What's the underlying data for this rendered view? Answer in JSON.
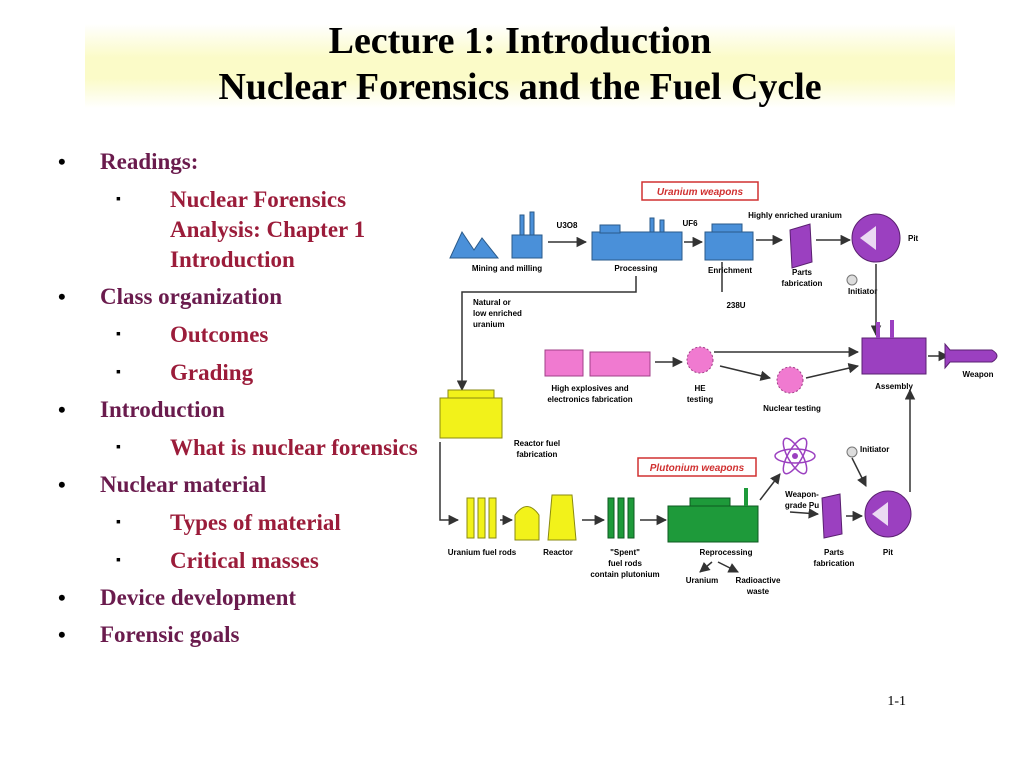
{
  "slide": {
    "title_line1": "Lecture 1:  Introduction",
    "title_line2": "Nuclear Forensics and the Fuel Cycle",
    "page_number": "1-1"
  },
  "bullets": [
    {
      "text": "Readings:",
      "sub": [
        {
          "text": "Nuclear Forensics Analysis:  Chapter 1 Introduction"
        }
      ]
    },
    {
      "text": "Class organization",
      "sub": [
        {
          "text": "Outcomes"
        },
        {
          "text": "Grading"
        }
      ]
    },
    {
      "text": "Introduction",
      "sub": [
        {
          "text": "What is nuclear forensics"
        }
      ]
    },
    {
      "text": "Nuclear material",
      "sub": [
        {
          "text": "Types of material"
        },
        {
          "text": "Critical masses"
        }
      ]
    },
    {
      "text": "Device development",
      "sub": []
    },
    {
      "text": "Forensic goals",
      "sub": []
    }
  ],
  "diagram": {
    "uranium_weapons": "Uranium weapons",
    "plutonium_weapons": "Plutonium weapons",
    "mining": "Mining and  milling",
    "u3o8": "U3O8",
    "processing": "Processing",
    "uf6": "UF6",
    "enrichment": "Enrichment",
    "heu": "Highly enriched uranium",
    "parts_fab_1": "Parts",
    "parts_fab_2": "fabrication",
    "pit": "Pit",
    "initiator": "Initiator",
    "u238": "238U",
    "natural_1": "Natural or",
    "natural_2": "low enriched",
    "natural_3": "uranium",
    "he_fab_1": "High explosives and",
    "he_fab_2": "electronics fabrication",
    "he_test_1": "HE",
    "he_test_2": "testing",
    "nuclear_testing": "Nuclear testing",
    "assembly": "Assembly",
    "weapon": "Weapon",
    "reactor_fuel_1": "Reactor fuel",
    "reactor_fuel_2": "fabrication",
    "fuel_rods": "Uranium fuel rods",
    "reactor": "Reactor",
    "spent_1": "\"Spent\"",
    "spent_2": "fuel rods",
    "spent_3": "contain plutonium",
    "reprocessing": "Reprocessing",
    "uranium": "Uranium",
    "waste_1": "Radioactive",
    "waste_2": "waste",
    "weapon_pu_1": "Weapon-",
    "weapon_pu_2": "grade Pu",
    "initiator_2": "Initiator",
    "parts_fab_b1": "Parts",
    "parts_fab_b2": "fabrication",
    "pit_2": "Pit"
  },
  "colors": {
    "title_band": "#fbfbc8",
    "level1_text": "#6a1b4d",
    "level2_text": "#9b1c3a",
    "uranium_blue": "#4a90d9",
    "he_pink": "#f07ad0",
    "weapon_purple": "#9b40c0",
    "reactor_yellow": "#f2f21a",
    "plutonium_green": "#1e9a3a"
  }
}
